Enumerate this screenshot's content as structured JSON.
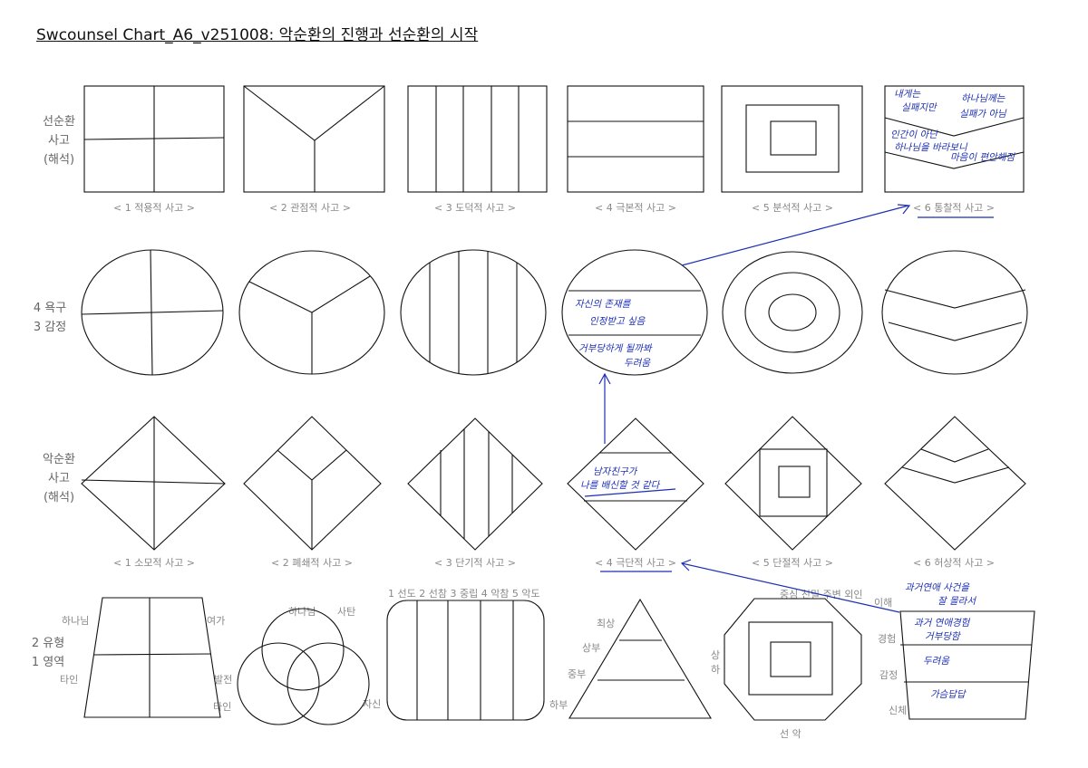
{
  "title": "Swcounsel Chart_A6_v251008: 악순환의 진행과 선순환의 시작",
  "row_labels": {
    "virtuous": "선순환\n사고\n(해석)",
    "needs": "4 욕구\n3 감정",
    "vicious": "악순환\n사고\n(해석)",
    "types": "2 유형\n1 영역"
  },
  "virtuous_captions": [
    "< 1 적용적 사고 >",
    "< 2 관점적 사고 >",
    "< 3 도덕적 사고 >",
    "< 4 극본적 사고 >",
    "< 5 분석적 사고 >",
    "< 6 통찰적 사고 >"
  ],
  "vicious_captions": [
    "< 1 소모적 사고 >",
    "< 2 폐쇄적 사고 >",
    "< 3 단기적 사고 >",
    "< 4 극단적 사고 >",
    "< 5 단절적 사고 >",
    "< 6 허상적 사고 >"
  ],
  "type_labels": {
    "trap_hananim": "하나님",
    "trap_yeoga": "여가",
    "trap_tain": "타인",
    "trap_baljeon": "발전",
    "venn_hananim": "하나님",
    "venn_satan": "사탄",
    "venn_tain": "타인",
    "venn_jasin": "자신",
    "rounded_header": "1 선도 2 선참 3 중립 4 악참 5 악도",
    "tri_choesang": "최상",
    "tri_sangbu": "상부",
    "tri_jungbu": "중부",
    "tri_habu": "하부",
    "oct_header": "중심  친밀  주변  외인",
    "oct_sang": "상",
    "oct_ha": "하",
    "oct_bottom": "선  악",
    "trap2_ihae": "이해",
    "trap2_gyeongheom": "경험",
    "trap2_gamjeong": "감정",
    "trap2_sinche": "신체"
  },
  "handwriting": {
    "insight_1a": "내게는",
    "insight_1b": "실패지만",
    "insight_1c": "하나님께는",
    "insight_1d": "실패가 아님",
    "insight_2a": "인간이 아닌",
    "insight_2b": "하나님을 바라보니",
    "insight_2c": "마음이 편안해짐",
    "need_1": "자신의 존재를",
    "need_2": "인정받고 싶음",
    "need_3": "거부당하게 될까봐",
    "need_4": "두려움",
    "vicious_1": "남자친구가",
    "vicious_2": "나를 배신할 것 같다",
    "area_1": "과거연애 사건을",
    "area_2": "잘 몰라서",
    "area_3": "과거 연애경험",
    "area_4": "거부당함",
    "area_5": "두려움",
    "area_6": "가슴답답"
  },
  "colors": {
    "ink": "#111111",
    "label": "#666666",
    "caption": "#888888",
    "pen": "#1c2fb4"
  }
}
